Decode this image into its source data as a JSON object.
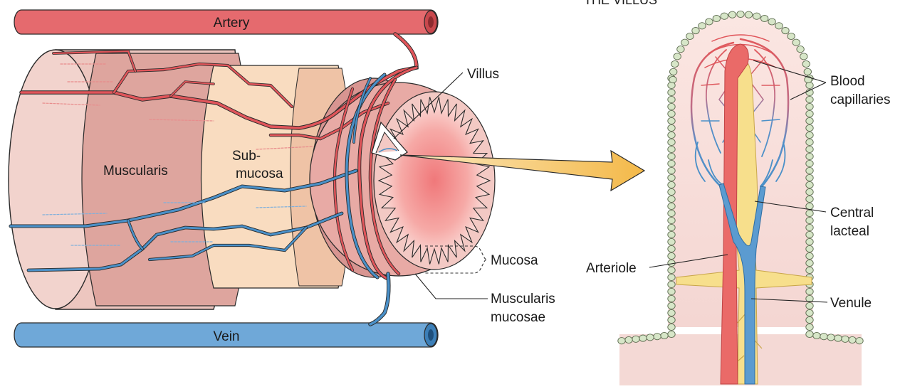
{
  "labels": {
    "artery": "Artery",
    "vein": "Vein",
    "muscularis": "Muscularis",
    "submucosa_1": "Sub-",
    "submucosa_2": "mucosa",
    "villus": "Villus",
    "mucosa": "Mucosa",
    "muscularis_mucosae_1": "Muscularis",
    "muscularis_mucosae_2": "mucosae",
    "the_villus": "THE VILLUS",
    "blood_capillaries_1": "Blood",
    "blood_capillaries_2": "capillaries",
    "central_lacteal_1": "Central",
    "central_lacteal_2": "lacteal",
    "arteriole": "Arteriole",
    "venule": "Venule"
  },
  "colors": {
    "artery": "#e0555a",
    "artery_dark": "#b83a3f",
    "vein": "#4a90c8",
    "vein_dark": "#2e6ea3",
    "lacteal": "#f7df8c",
    "muscularis": "#ecc3bc",
    "submucosa": "#f8dcc0",
    "mucosa": "#f6d4d0",
    "arrow": "#f6c766"
  }
}
